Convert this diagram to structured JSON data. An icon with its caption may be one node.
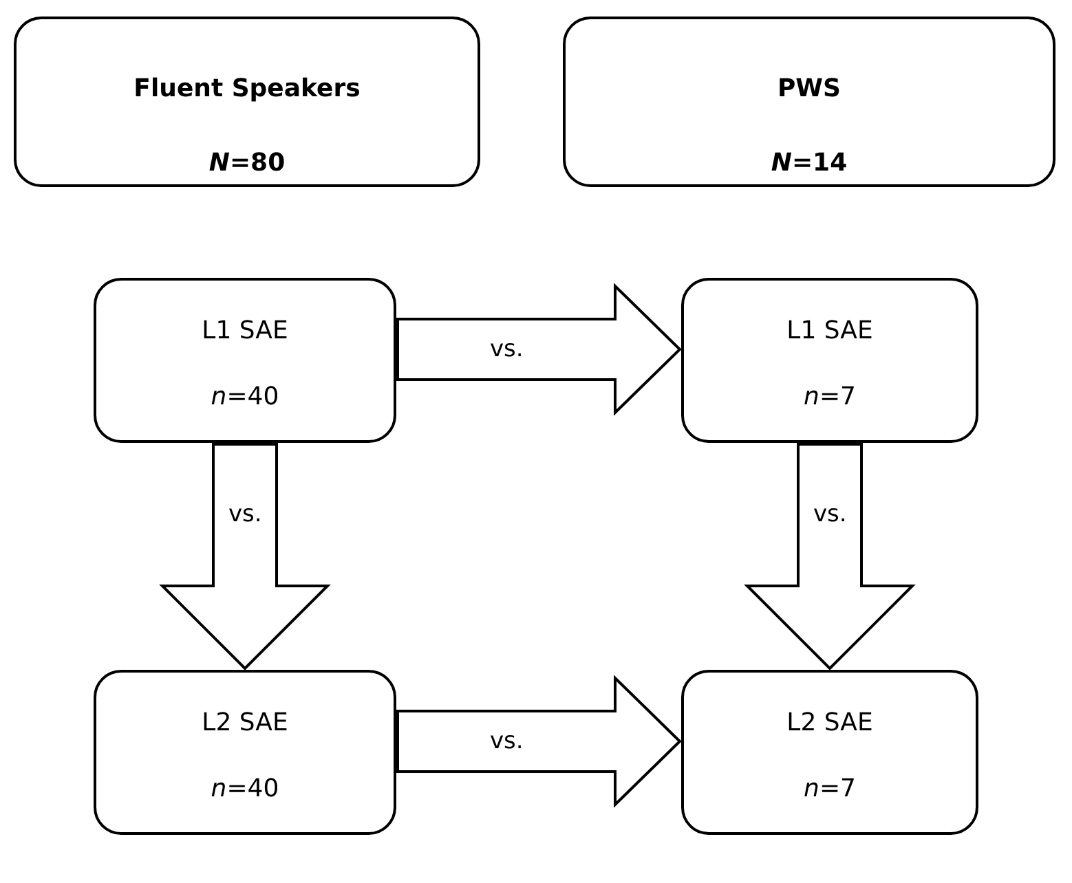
{
  "diagram": {
    "nodes": [
      {
        "text": [
          "Fluent Speakers",
          "*N*=80"
        ]
      },
      {
        "text": [
          "PWS",
          "*N*=14"
        ]
      },
      {
        "text": [
          "L1 SAE",
          "*n*=40"
        ]
      },
      {
        "text": [
          "L1 SAE",
          "*n*=7"
        ]
      },
      {
        "text": [
          "L2 SAE",
          "*n*=40"
        ]
      },
      {
        "text": [
          "L2 SAE",
          "*n*=7"
        ]
      }
    ],
    "edges": [
      {
        "from": 2,
        "to": 3,
        "arrow": "to",
        "label": "vs."
      },
      {
        "from": 2,
        "to": 4,
        "arrow": "to",
        "label": "vs."
      },
      {
        "from": 3,
        "to": 5,
        "arrow": "to",
        "label": "vs."
      },
      {
        "from": 4,
        "to": 5,
        "arrow": "to",
        "label": "vs."
      }
    ]
  }
}
